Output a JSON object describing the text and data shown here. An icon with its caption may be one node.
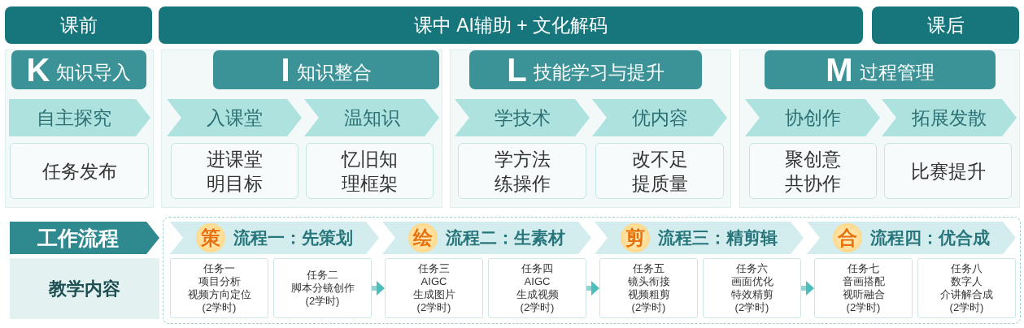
{
  "diagram": {
    "nodes": [
      {
        "text": [
          "课前"
        ]
      },
      {
        "text": [
          "课中 AI辅助 + 文化解码"
        ]
      },
      {
        "text": [
          "课后"
        ]
      },
      {
        "text": [],
        "shape": "box"
      },
      {
        "text": [
          "K",
          "知识导入"
        ],
        "in": 3
      },
      {
        "text": [
          "自主探究"
        ],
        "in": 3
      },
      {
        "text": [
          "任务发布"
        ],
        "in": 3
      },
      {
        "text": [],
        "shape": "box"
      },
      {
        "text": [
          "I",
          "知识整合"
        ],
        "in": 7
      },
      {
        "text": [
          "入课堂"
        ],
        "in": 7
      },
      {
        "text": [
          "温知识"
        ],
        "in": 7
      },
      {
        "text": [
          "进课堂",
          "明目标"
        ],
        "in": 7
      },
      {
        "text": [
          "忆旧知",
          "理框架"
        ],
        "in": 7
      },
      {
        "text": [],
        "shape": "box"
      },
      {
        "text": [
          "L",
          "技能学习与提升"
        ],
        "in": 13
      },
      {
        "text": [
          "学技术"
        ],
        "in": 13
      },
      {
        "text": [
          "优内容"
        ],
        "in": 13
      },
      {
        "text": [
          "学方法",
          "练操作"
        ],
        "in": 13
      },
      {
        "text": [
          "改不足",
          "提质量"
        ],
        "in": 13
      },
      {
        "text": [],
        "shape": "box"
      },
      {
        "text": [
          "M",
          "过程管理"
        ],
        "in": 19
      },
      {
        "text": [
          "协创作"
        ],
        "in": 19
      },
      {
        "text": [
          "拓展发散"
        ],
        "in": 19
      },
      {
        "text": [
          "聚创意",
          "共协作"
        ],
        "in": 19
      },
      {
        "text": [
          "比赛提升"
        ],
        "in": 19
      },
      {
        "text": [
          "工作流程"
        ]
      },
      {
        "text": [
          "教学内容"
        ]
      },
      {
        "text": [],
        "shape": "box"
      },
      {
        "text": [
          "策",
          "流程一：先策划"
        ],
        "in": 27
      },
      {
        "text": [
          "绘",
          "流程二：生素材"
        ],
        "in": 27
      },
      {
        "text": [
          "剪",
          "流程三：精剪辑"
        ],
        "in": 27
      },
      {
        "text": [
          "合",
          "流程四：优合成"
        ],
        "in": 27
      },
      {
        "text": [
          "任务一",
          "项目分析",
          "视频方向定位",
          "(2学时)"
        ],
        "in": 27
      },
      {
        "text": [
          "任务二",
          "脚本分镜创作",
          "(2学时)"
        ],
        "in": 27
      },
      {
        "text": [
          "任务三",
          "AIGC",
          "生成图片",
          "(2学时)"
        ],
        "in": 27
      },
      {
        "text": [
          "任务四",
          "AIGC",
          "生成视频",
          "(2学时)"
        ],
        "in": 27
      },
      {
        "text": [
          "任务五",
          "镜头衔接",
          "视频粗剪",
          "(2学时)"
        ],
        "in": 27
      },
      {
        "text": [
          "任务六",
          "画面优化",
          "特效精剪",
          "(2学时)"
        ],
        "in": 27
      },
      {
        "text": [
          "任务七",
          "音画搭配",
          "视听融合",
          "(2学时)"
        ],
        "in": 27
      },
      {
        "text": [
          "任务八",
          "数字人",
          "介讲解合成",
          "(2学时)"
        ],
        "in": 27
      }
    ],
    "edges": [
      {
        "from": 33,
        "to": 34,
        "arrow": "to"
      },
      {
        "from": 35,
        "to": 36,
        "arrow": "to"
      },
      {
        "from": 37,
        "to": 38,
        "arrow": "to"
      }
    ]
  }
}
